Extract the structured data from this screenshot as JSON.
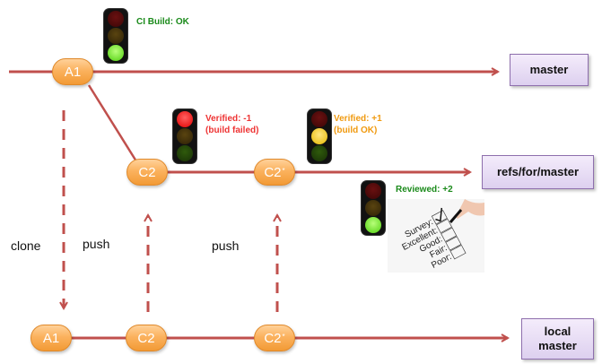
{
  "colors": {
    "line": "#c0504d",
    "ok_green": "#1a8a1a",
    "fail_red": "#ee3333",
    "verified_orange": "#f09a10"
  },
  "branches": {
    "master": "master",
    "refs_for_master": "refs/for/master",
    "local_master": "local\nmaster"
  },
  "commits": {
    "remote_master": [
      {
        "label": "A1"
      }
    ],
    "refs_for_master": [
      {
        "label": "C2",
        "sup": ""
      },
      {
        "label": "C2",
        "sup": "*"
      }
    ],
    "local_master": [
      {
        "label": "A1",
        "sup": ""
      },
      {
        "label": "C2",
        "sup": ""
      },
      {
        "label": "C2",
        "sup": "*"
      }
    ]
  },
  "annotations": {
    "ci_build": "CI Build: OK",
    "verified_fail_line1": "Verified: -1",
    "verified_fail_line2": "(build failed)",
    "verified_ok_line1": "Verified: +1",
    "verified_ok_line2": "(build OK)",
    "reviewed": "Reviewed: +2"
  },
  "actions": {
    "clone": "clone",
    "push1": "push",
    "push2": "push"
  },
  "traffic_lights": [
    {
      "name": "ci-build",
      "state": "green"
    },
    {
      "name": "verified-fail",
      "state": "red"
    },
    {
      "name": "verified-ok",
      "state": "amber"
    },
    {
      "name": "reviewed",
      "state": "green"
    }
  ],
  "survey": {
    "lines": [
      "Survey:",
      "Excellent:",
      "Good:",
      "Fair:",
      "Poor:"
    ]
  }
}
